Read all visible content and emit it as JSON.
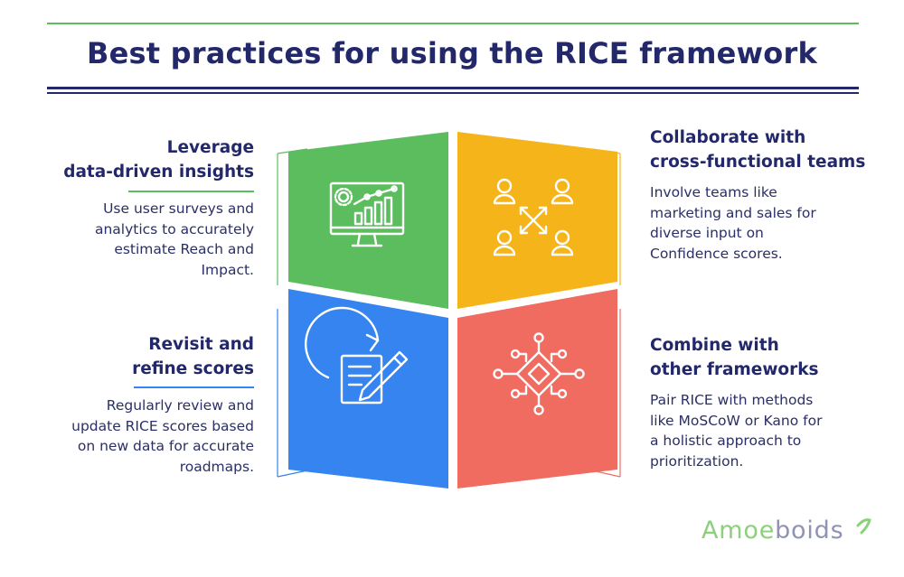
{
  "header": {
    "title": "Best practices for using the RICE framework"
  },
  "cards": [
    {
      "id": "data-driven",
      "heading_lines": [
        "Leverage",
        "data-driven insights"
      ],
      "body_lines": [
        "Use user surveys and",
        "analytics to accurately",
        "estimate Reach and",
        "Impact."
      ],
      "color": "#5cbd5f",
      "icon": "analytics-monitor-icon"
    },
    {
      "id": "collaborate",
      "heading_lines": [
        "Collaborate with",
        "cross-functional teams"
      ],
      "body_lines": [
        "Involve teams like",
        "marketing and sales for",
        "diverse input on",
        "Confidence scores."
      ],
      "color": "#f5b41a",
      "icon": "team-network-icon"
    },
    {
      "id": "revisit",
      "heading_lines": [
        "Revisit and",
        "refine scores"
      ],
      "body_lines": [
        "Regularly review and",
        "update RICE scores based",
        "on new data for accurate",
        "roadmaps."
      ],
      "color": "#3584f0",
      "icon": "document-edit-icon"
    },
    {
      "id": "combine",
      "heading_lines": [
        "Combine with",
        "other frameworks"
      ],
      "body_lines": [
        "Pair RICE with methods",
        "like MoSCoW or Kano for",
        "a holistic approach to",
        "prioritization."
      ],
      "color": "#f06b60",
      "icon": "framework-hub-icon"
    }
  ],
  "brand": {
    "logo_part1": "Amoe",
    "logo_part2": "boids",
    "color1": "#8cd07c",
    "color2": "#8f93b4"
  },
  "colors": {
    "navy": "#23286b",
    "green": "#5cbd5f",
    "yellow": "#f5b41a",
    "blue": "#3584f0",
    "red": "#f06b60"
  }
}
